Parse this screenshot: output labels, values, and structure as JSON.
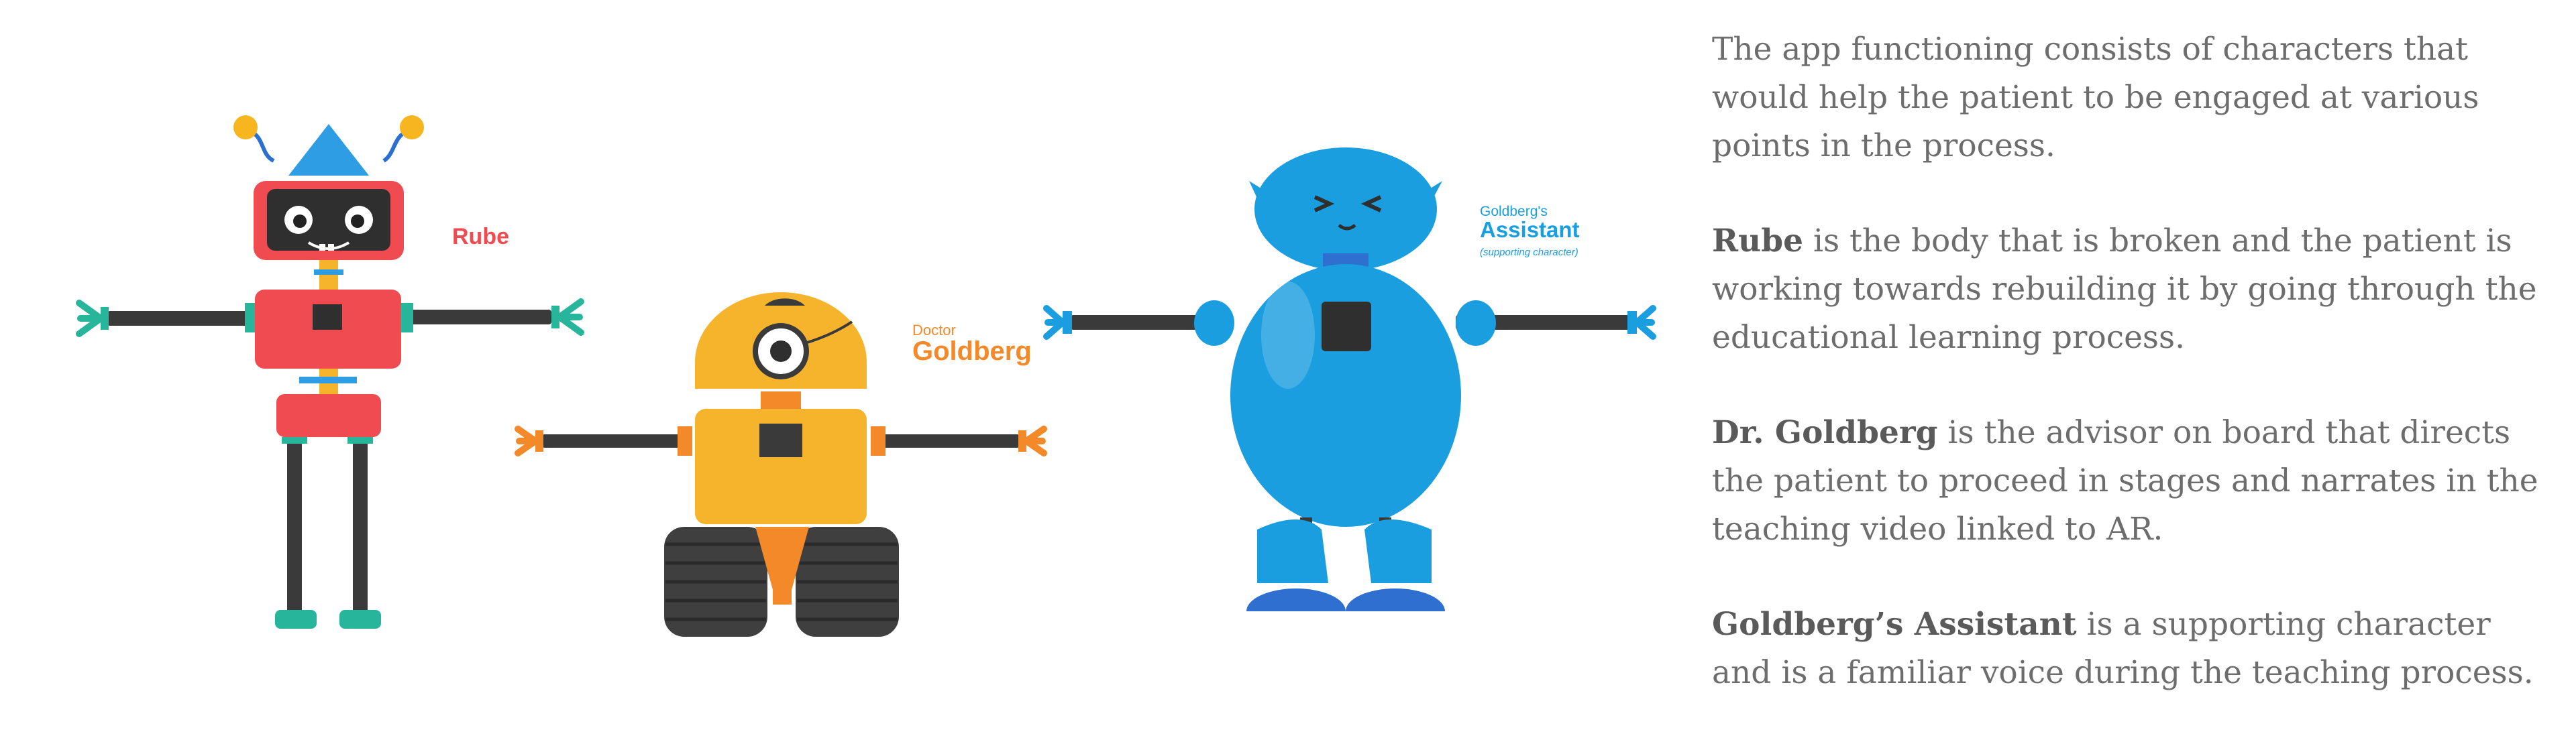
{
  "characters": {
    "rube": {
      "label": "Rube"
    },
    "doctor": {
      "title": "Doctor",
      "name": "Goldberg"
    },
    "assistant": {
      "owner": "Goldberg's",
      "name": "Assistant",
      "note": "(supporting character)"
    }
  },
  "description": {
    "intro": "The app functioning consists of characters that would help the patient to be engaged at various points in the process.",
    "rube": {
      "name": "Rube",
      "text": " is the body that is broken and the patient is working towards rebuilding it by going through the educational learning process."
    },
    "doctor": {
      "name": "Dr. Goldberg",
      "text": " is the advisor on board that directs the patient to proceed in stages and narrates in the teaching video linked to AR."
    },
    "assistant": {
      "name": "Goldberg’s Assistant",
      "text": " is a supporting character and is a familiar voice during the teaching process."
    }
  },
  "colors": {
    "rube_red": "#ef4b50",
    "doctor_yellow": "#f5b42c",
    "doctor_orange": "#f4892a",
    "assistant_blue": "#1a9ee0",
    "teal": "#27b59b",
    "dark": "#3a3a3a",
    "text_gray": "#6d6d6d"
  }
}
